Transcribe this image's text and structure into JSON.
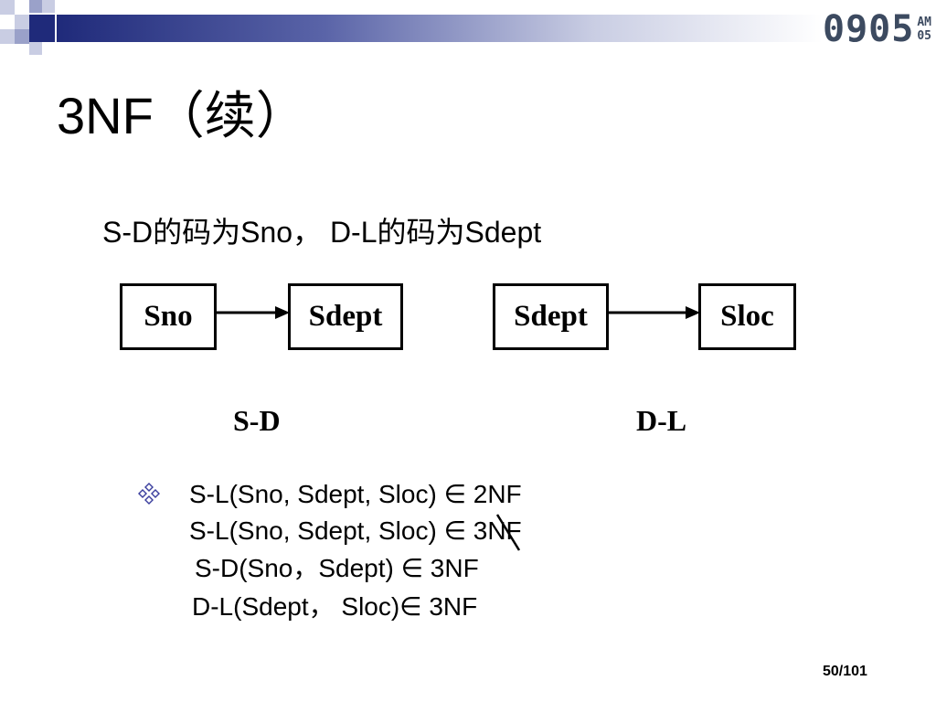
{
  "header": {
    "clock_time": "0905",
    "clock_ampm_top": "AM",
    "clock_ampm_bottom": "05"
  },
  "slide": {
    "title": "3NF（续）",
    "subtitle": "S-D的码为Sno， D-L的码为Sdept",
    "diagram": {
      "sd": {
        "left_box": "Sno",
        "right_box": "Sdept",
        "caption": "S-D"
      },
      "dl": {
        "left_box": "Sdept",
        "right_box": "Sloc",
        "caption": "D-L"
      }
    },
    "statements": [
      "S-L(Sno, Sdept, Sloc) ∈ 2NF",
      "S-L(Sno, Sdept, Sloc) ∈ 3NF",
      "S-D(Sno，Sdept) ∈ 3NF",
      "D-L(Sdept， Sloc)∈ 3NF"
    ],
    "bullet_icon": "four-diamond-bullet-icon",
    "page_number": "50/101"
  },
  "colors": {
    "header_dark": "#1f2a7a",
    "header_mid": "#5a64a8",
    "header_light": "#c9cde3",
    "clock": "#3c4a60",
    "bullet": "#3b3f9e"
  }
}
